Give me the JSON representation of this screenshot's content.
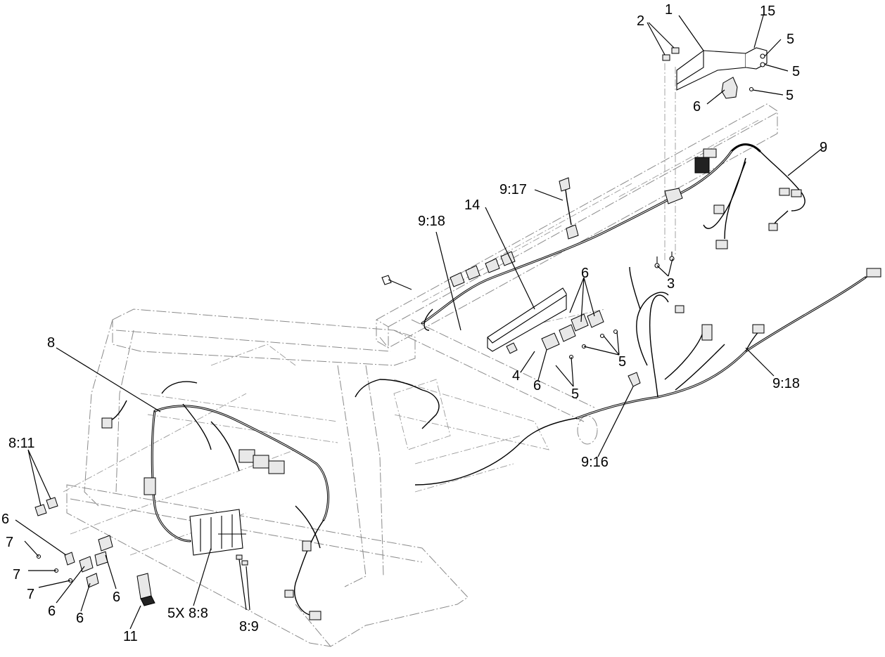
{
  "diagram": {
    "callouts": {
      "c1": "1",
      "c2": "2",
      "c15": "15",
      "c5a": "5",
      "c5b": "5",
      "c5c": "5",
      "c6a": "6",
      "c9": "9",
      "c917": "9:17",
      "c918a": "9:18",
      "c14": "14",
      "c3": "3",
      "c6b": "6",
      "c5d": "5",
      "c4": "4",
      "c6c": "6",
      "c5e": "5",
      "c918b": "9:18",
      "c916": "9:16",
      "c8": "8",
      "c811": "8:11",
      "c6d": "6",
      "c7a": "7",
      "c7b": "7",
      "c7c": "7",
      "c6e": "6",
      "c6f": "6",
      "c6g": "6",
      "c11": "11",
      "c5x88": "5X 8:8",
      "c89": "8:9"
    }
  }
}
